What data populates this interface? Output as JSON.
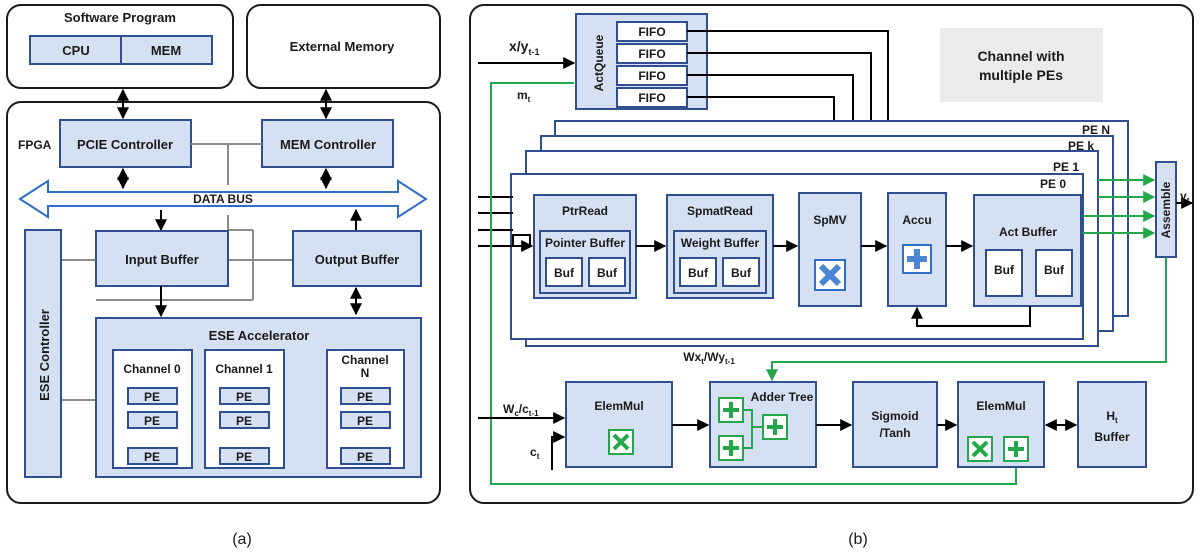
{
  "panel_a": {
    "software_program": "Software Program",
    "cpu": "CPU",
    "mem": "MEM",
    "external_memory": "External Memory",
    "fpga": "FPGA",
    "pcie_controller": "PCIE Controller",
    "mem_controller": "MEM Controller",
    "data_bus": "DATA BUS",
    "input_buffer": "Input Buffer",
    "output_buffer": "Output Buffer",
    "ese_controller": "ESE Controller",
    "ese_accelerator": "ESE Accelerator",
    "channel_0": "Channel 0",
    "channel_1": "Channel 1",
    "channel_n_1": "Channel",
    "channel_n_2": "N",
    "pe": "PE",
    "caption": "(a)"
  },
  "panel_b": {
    "x_label": "x/y",
    "x_sub": "t-1",
    "m_label": "m",
    "m_sub": "t",
    "actqueue": "ActQueue",
    "fifo": "FIFO",
    "channel_note_1": "Channel with",
    "channel_note_2": "multiple PEs",
    "pe_n": "PE N",
    "pe_k": "PE k",
    "pe_1": "PE 1",
    "pe_0": "PE 0",
    "ptrread": "PtrRead",
    "pointer_buffer": "Pointer Buffer",
    "buf": "Buf",
    "spmatread": "SpmatRead",
    "weight_buffer": "Weight Buffer",
    "spmv": "SpMV",
    "accu": "Accu",
    "act_buffer": "Act Buffer",
    "assemble": "Assemble",
    "y_label": "y",
    "y_sub": "t",
    "wx_label_1": "Wx",
    "wx_sub_1": "t",
    "wx_label_2": "/Wy",
    "wx_sub_2": "t-1",
    "wc_label": "W",
    "wc_sub": "c",
    "wc_label_2": "/c",
    "wc_sub_2": "t-1",
    "c_label": "c",
    "c_sub": "t",
    "elemmul_1": "ElemMul",
    "adder_tree": "Adder Tree",
    "sigmoid_1": "Sigmoid",
    "sigmoid_2": "/Tanh",
    "elemmul_2": "ElemMul",
    "ht_label": "H",
    "ht_sub": "t",
    "ht_buffer": "Buffer",
    "caption": "(b)"
  }
}
